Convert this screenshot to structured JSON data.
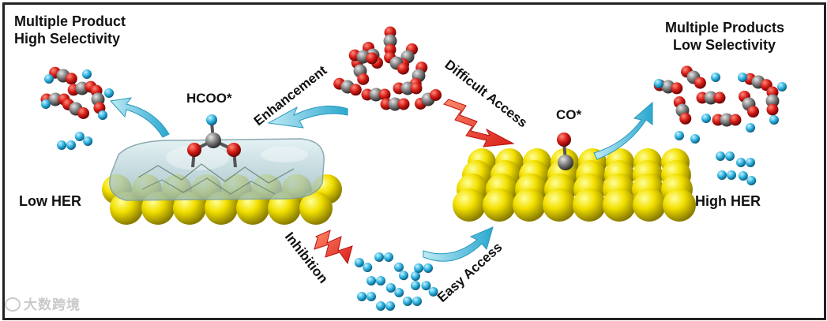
{
  "labels": {
    "left_title_line1": "Multiple Product",
    "left_title_line2": "High Selectivity",
    "right_title_line1": "Multiple Products",
    "right_title_line2": "Low Selectivity",
    "intermediate_left": "HCOO*",
    "intermediate_right": "CO*",
    "her_left": "Low HER",
    "her_right": "High HER",
    "enhancement": "Enhancement",
    "difficult_access": "Difficult Access",
    "inhibition": "Inhibition",
    "easy_access": "Easy Access"
  },
  "watermark": {
    "text": "大数跨境"
  },
  "colors": {
    "gold_surface": "#e8d400",
    "oxygen": "#d01515",
    "carbon": "#7a7a7a",
    "hydrogen": "#33b6e0",
    "arrow_cyan": "#3fb8d8",
    "arrow_red": "#e0302a",
    "film": "#bcd8de"
  }
}
